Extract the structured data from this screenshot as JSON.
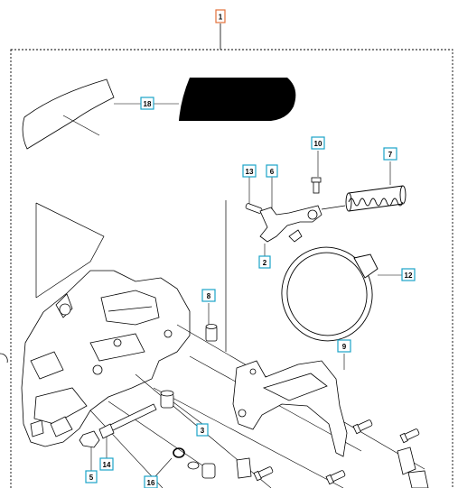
{
  "diagram": {
    "assembly_callout": "1",
    "callouts": {
      "c2": "2",
      "c3": "3",
      "c5": "5",
      "c6": "6",
      "c7": "7",
      "c8": "8",
      "c9": "9",
      "c10": "10",
      "c12": "12",
      "c13": "13",
      "c14": "14",
      "c16": "16",
      "c18": "18"
    },
    "colors": {
      "assembly_box": "#e2703a",
      "part_box": "#1aa3c8",
      "line": "#000000"
    }
  }
}
